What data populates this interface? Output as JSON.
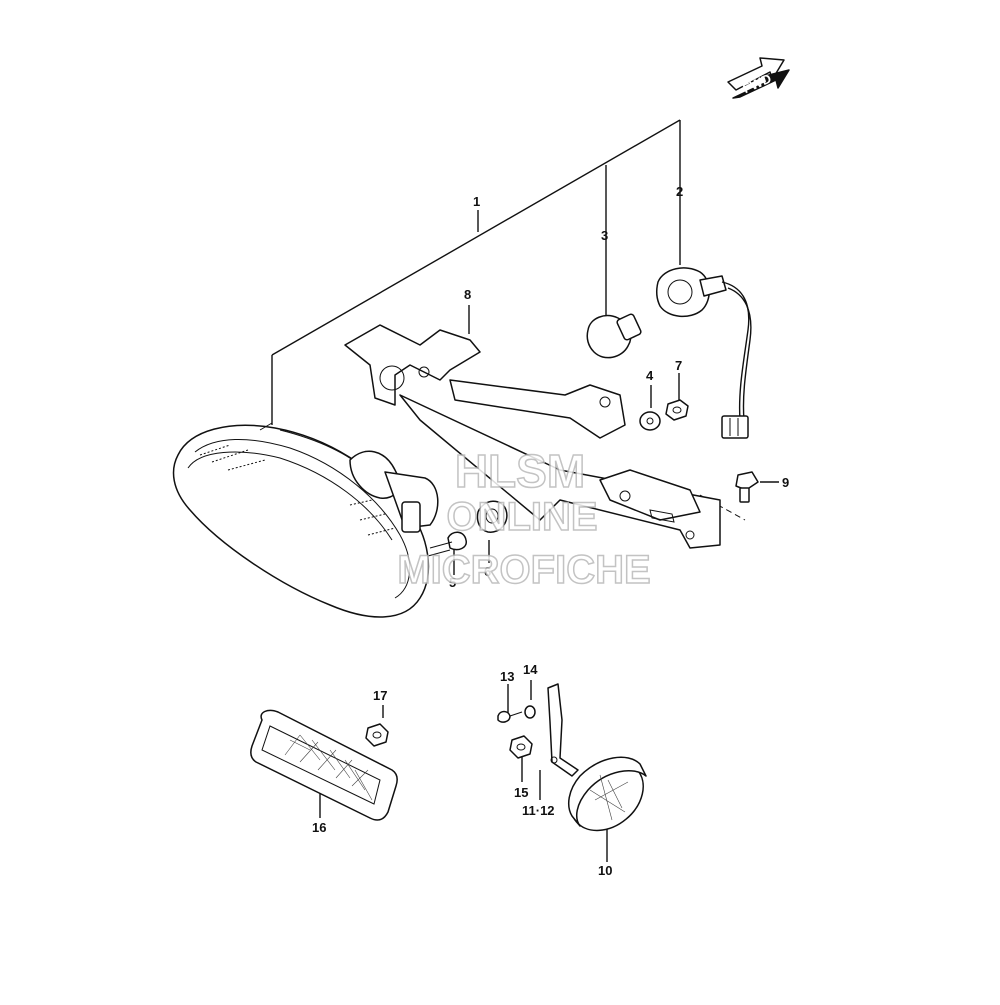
{
  "fwd_label": "FWD",
  "callouts": {
    "c1": "1",
    "c2": "2",
    "c3": "3",
    "c4": "4",
    "c5": "5",
    "c6": "6",
    "c7": "7",
    "c8": "8",
    "c9": "9",
    "c10": "10",
    "c1112": "11·12",
    "c13": "13",
    "c14": "14",
    "c15": "15",
    "c16": "16",
    "c17": "17"
  },
  "watermark": {
    "line1": "HLSM",
    "line2": "ONLINE",
    "line3": "MICROFICHE"
  }
}
